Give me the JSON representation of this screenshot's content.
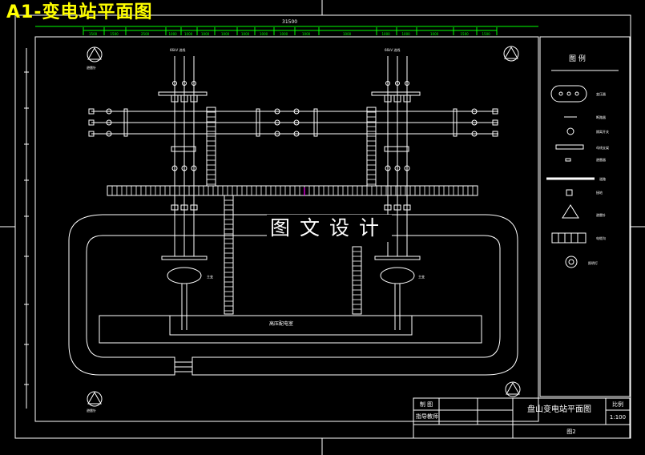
{
  "sheet_title": "A1-变电站平面图",
  "watermark": "图文设计",
  "dimensions": {
    "overall": "31500",
    "segments": [
      "1500",
      "1500",
      "2500",
      "1000",
      "1000",
      "1000",
      "1000",
      "1000",
      "1000",
      "1000",
      "1000",
      "1000",
      "1000",
      "1000",
      "1000",
      "1500",
      "1500"
    ]
  },
  "labels": {
    "incoming_line_left": "66kV 进线",
    "incoming_line_right": "66kV 进线",
    "transformer": "主变",
    "control_building": "高压配电室",
    "lightning_rod_left_top": "避雷针",
    "lightning_rod_left_bottom": "避雷针"
  },
  "legend": {
    "title": "图 例",
    "items": [
      {
        "icon": "transformer-symbol",
        "label": "变压器"
      },
      {
        "icon": "breaker-symbol",
        "label": "断路器"
      },
      {
        "icon": "disconnector-symbol",
        "label": "隔离开关"
      },
      {
        "icon": "busbar-symbol",
        "label": "母线支架"
      },
      {
        "icon": "insulator-symbol",
        "label": "避雷器"
      },
      {
        "icon": "road-line",
        "label": "道路"
      },
      {
        "icon": "square-symbol",
        "label": "接地"
      },
      {
        "icon": "triangle-symbol",
        "label": "避雷针"
      },
      {
        "icon": "cable-trench-symbol",
        "label": "电缆沟"
      },
      {
        "icon": "circle-symbol",
        "label": "照明灯"
      }
    ]
  },
  "title_block": {
    "drawn": "制 图",
    "checked": "指导教师",
    "drawing_name": "盘山变电站平面图",
    "scale_label": "比例",
    "scale_value": "1:100",
    "sheet_no": "图2"
  },
  "colors": {
    "background": "#000000",
    "line": "#ffffff",
    "dimension": "#00ff00",
    "title": "#ffff00",
    "marker": "#ff00ff"
  }
}
